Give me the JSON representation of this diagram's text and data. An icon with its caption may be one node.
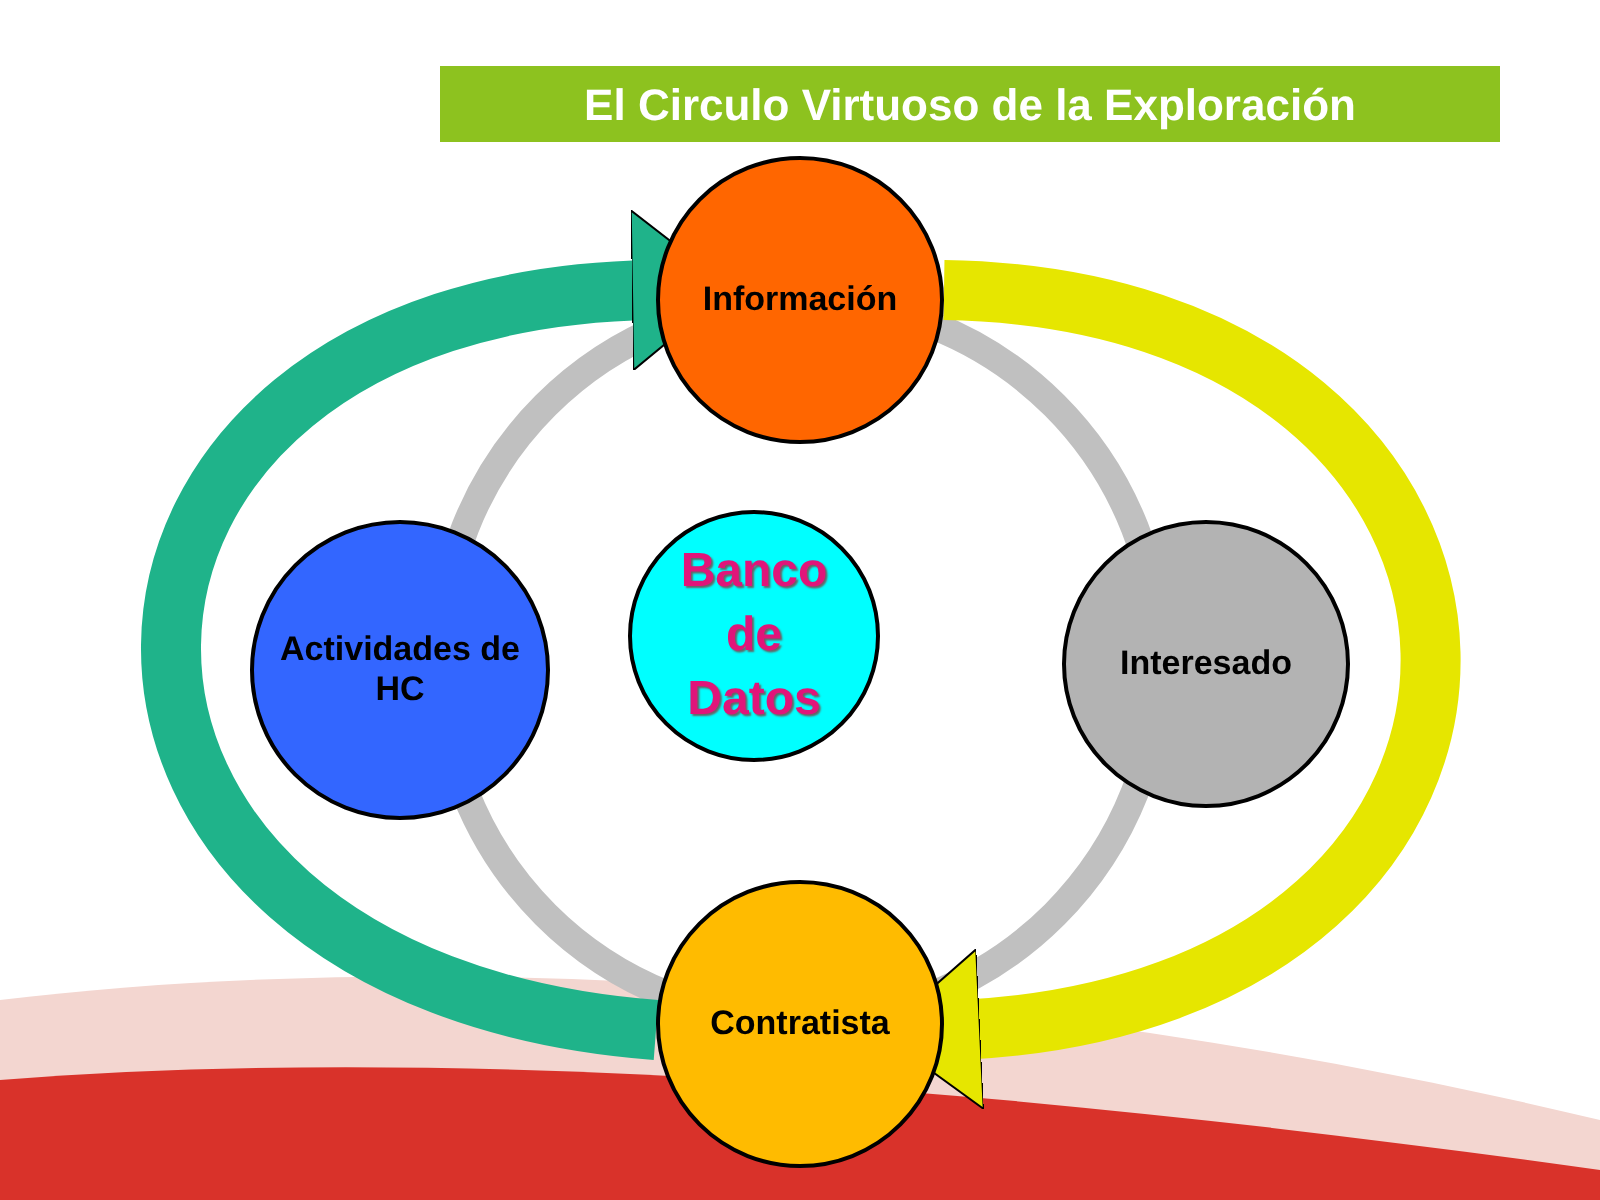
{
  "diagram": {
    "title": "El Circulo Virtuoso de la Exploración",
    "nodes": [
      {
        "text": [
          "Información"
        ]
      },
      {
        "text": [
          "Interesado"
        ]
      },
      {
        "text": [
          "Contratista"
        ]
      },
      {
        "text": [
          "Actividades de HC"
        ]
      },
      {
        "text": [
          "Banco de Datos"
        ]
      }
    ],
    "edges": [
      {
        "from": 0,
        "to": 2,
        "arrow": "to",
        "color": "#e6e600"
      },
      {
        "from": 2,
        "to": 0,
        "arrow": "to",
        "color": "#1fb38a"
      }
    ]
  }
}
